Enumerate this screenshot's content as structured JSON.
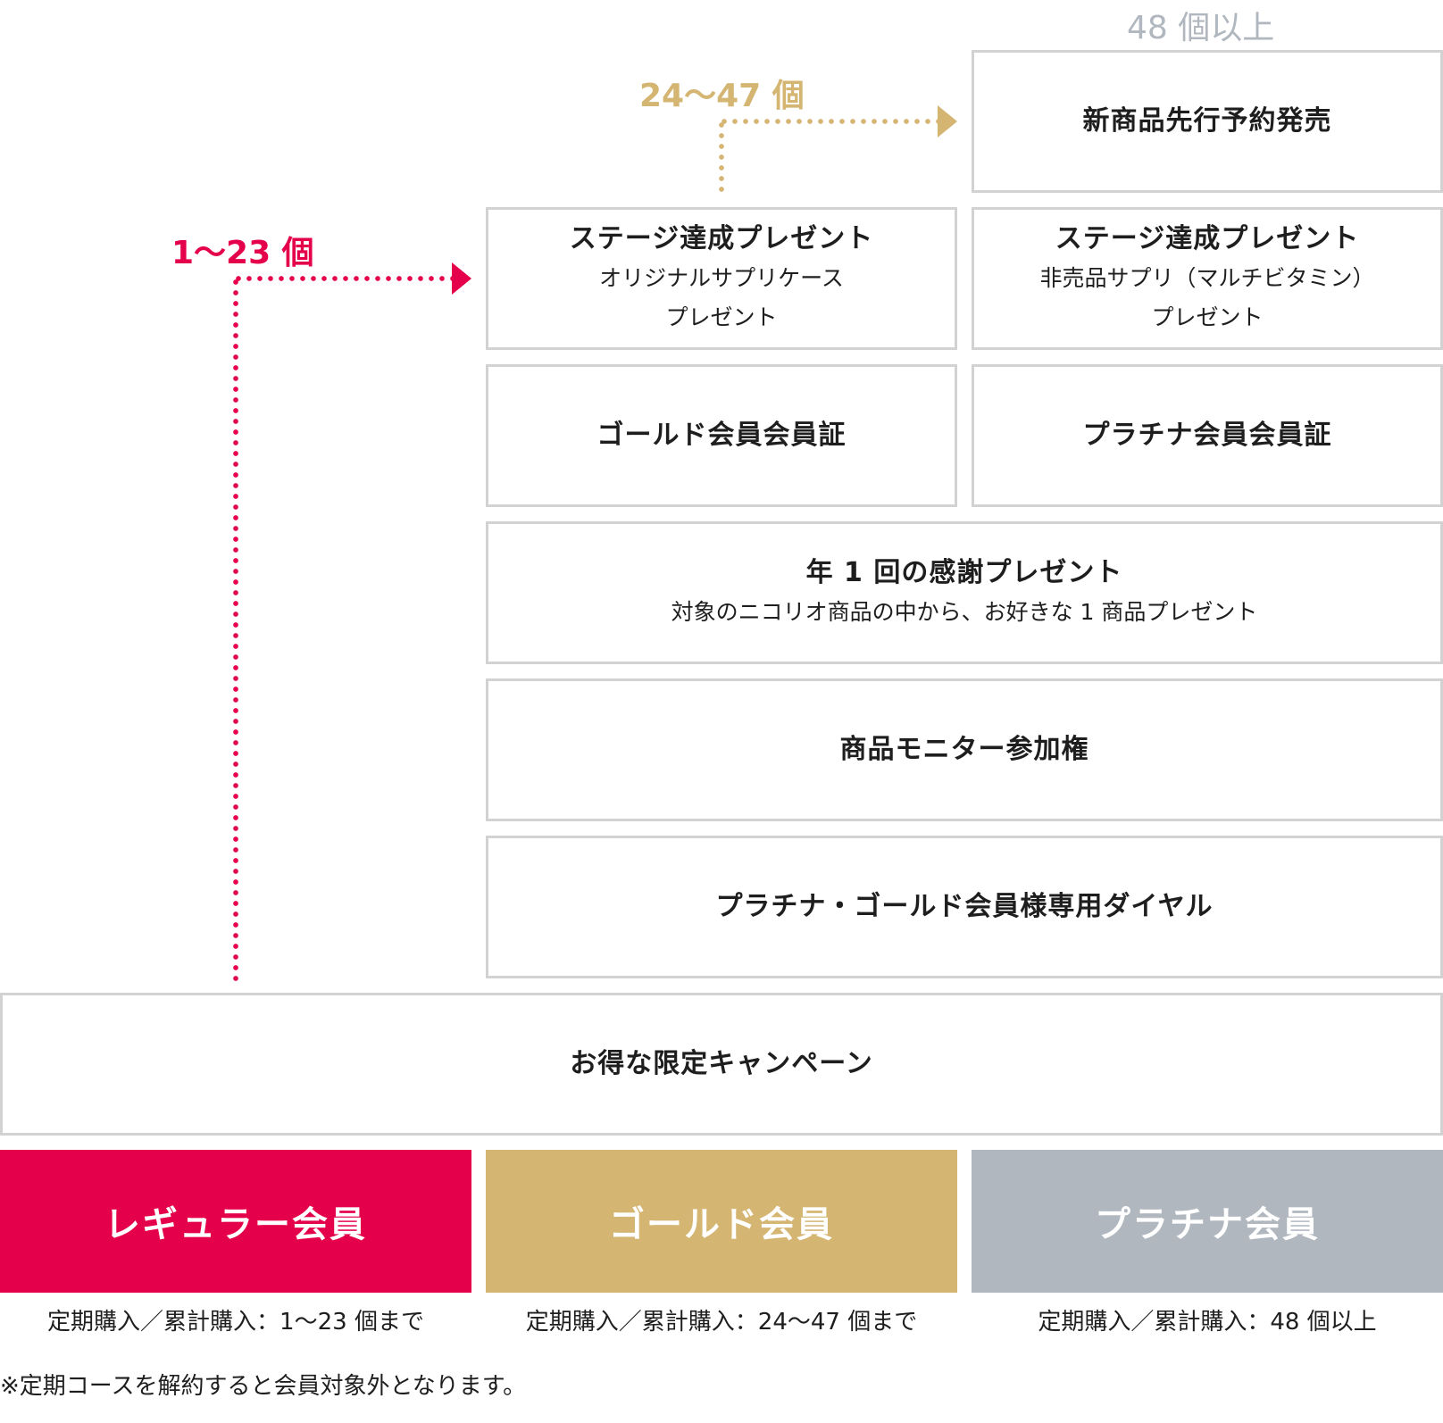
{
  "colors": {
    "regular": "#e4004b",
    "gold": "#d4b572",
    "platinum": "#b0b7bf",
    "border": "#d2d2d2"
  },
  "tiers": {
    "regular_range": "1〜23 個",
    "gold_range": "24〜47 個",
    "platinum_range": "48 個以上"
  },
  "benefits": {
    "new_product": "新商品先行予約発売",
    "gold_stage": {
      "title": "ステージ達成プレゼント",
      "line1": "オリジナルサプリケース",
      "line2": "プレゼント"
    },
    "platinum_stage": {
      "title": "ステージ達成プレゼント",
      "line1": "非売品サプリ（マルチビタミン）",
      "line2": "プレゼント"
    },
    "gold_card": "ゴールド会員会員証",
    "platinum_card": "プラチナ会員会員証",
    "annual_gift": {
      "title": "年 1 回の感謝プレゼント",
      "line1": "対象のニコリオ商品の中から、お好きな 1 商品プレゼント"
    },
    "monitor": "商品モニター参加権",
    "dial": "プラチナ・ゴールド会員様専用ダイヤル",
    "campaign": "お得な限定キャンペーン"
  },
  "members": {
    "regular": {
      "name": "レギュラー会員",
      "requirement": "定期購入／累計購入：1〜23 個まで"
    },
    "gold": {
      "name": "ゴールド会員",
      "requirement": "定期購入／累計購入：24〜47 個まで"
    },
    "platinum": {
      "name": "プラチナ会員",
      "requirement": "定期購入／累計購入：48 個以上"
    }
  },
  "footnote": "※定期コースを解約すると会員対象外となります。"
}
